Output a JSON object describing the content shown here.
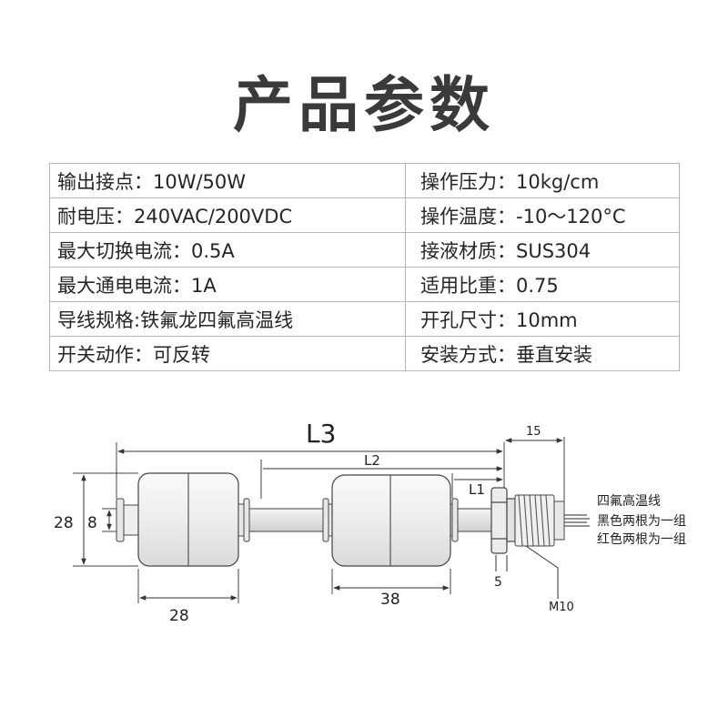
{
  "title": "产品参数",
  "specs": [
    {
      "left": "输出接点：10W/50W",
      "right": "操作压力：10kg/cm"
    },
    {
      "left": "耐电压：240VAC/200VDC",
      "right": "操作温度：-10～120°C"
    },
    {
      "left": "最大切换电流：0.5A",
      "right": "接液材质：SUS304"
    },
    {
      "left": "最大通电电流：1A",
      "right": "适用比重：0.75"
    },
    {
      "left": "导线规格:铁氟龙四氟高温线",
      "right": "开孔尺寸：10mm"
    },
    {
      "left": "开关动作：可反转",
      "right": "安装方式：垂直安装"
    }
  ],
  "drawing": {
    "l3": "L3",
    "l2": "L2",
    "l1": "L1",
    "dim_15": "15",
    "dim_28_height": "28",
    "dim_8": "8",
    "dim_28_width": "28",
    "dim_38": "38",
    "dim_5": "5",
    "m10": "M10",
    "wire_note_1": "四氟高温线",
    "wire_note_2": "黑色两根为一组",
    "wire_note_3": "红色两根为一组"
  }
}
